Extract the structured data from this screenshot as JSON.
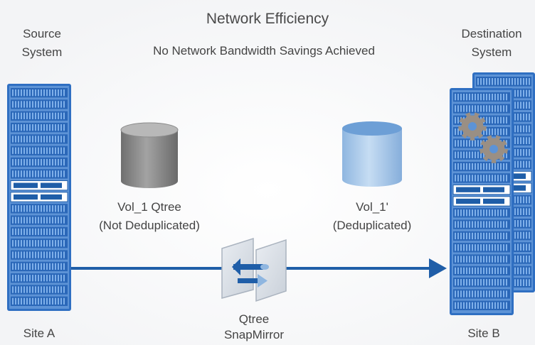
{
  "diagram": {
    "title": "Network Efficiency",
    "subtitle": "No Network Bandwidth Savings Achieved",
    "source": {
      "label_line1": "Source",
      "label_line2": "System",
      "site": "Site A"
    },
    "destination": {
      "label_line1": "Destination",
      "label_line2": "System",
      "site": "Site B"
    },
    "source_volume": {
      "name": "Vol_1 Qtree",
      "state": "(Not Deduplicated)",
      "color": "#8c8c8c"
    },
    "destination_volume": {
      "name": "Vol_1'",
      "state": "(Deduplicated)",
      "color": "#a9c9ea"
    },
    "replication": {
      "line1": "Qtree",
      "line2": "SnapMirror"
    },
    "colors": {
      "arrow": "#1f5ea8",
      "rack": "#2f6fc2",
      "rack_light": "#7fb0ea",
      "gear": "#9a8f84"
    }
  }
}
